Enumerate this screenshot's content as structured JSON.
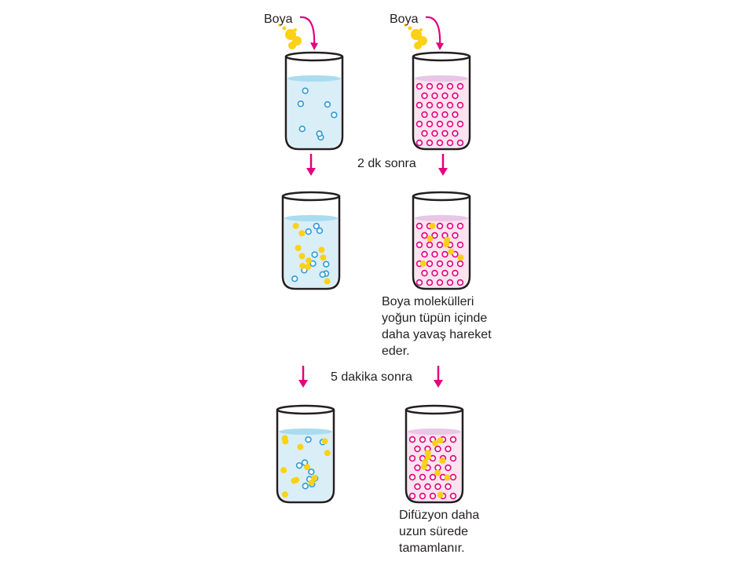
{
  "dye_label": "Boya",
  "step1_label": "2 dk sonra",
  "step2_label": "5 dakika sonra",
  "note_dense_lines": [
    "Boya molekülleri",
    "yoğun tüpün içinde",
    "daha yavaş hareket",
    "eder."
  ],
  "note_end_lines": [
    "Difüzyon daha",
    "uzun sürede",
    "tamamlanır."
  ],
  "colors": {
    "water_fill": "#d9eef7",
    "water_top": "#a9dcef",
    "water_particle": "#2e9bd6",
    "dense_fill": "#fbe3ef",
    "dense_top": "#e8c6e6",
    "dense_particle": "#e5007e",
    "dye": "#fcd116",
    "arrow": "#e5007e",
    "glass_outline": "#231f20"
  }
}
